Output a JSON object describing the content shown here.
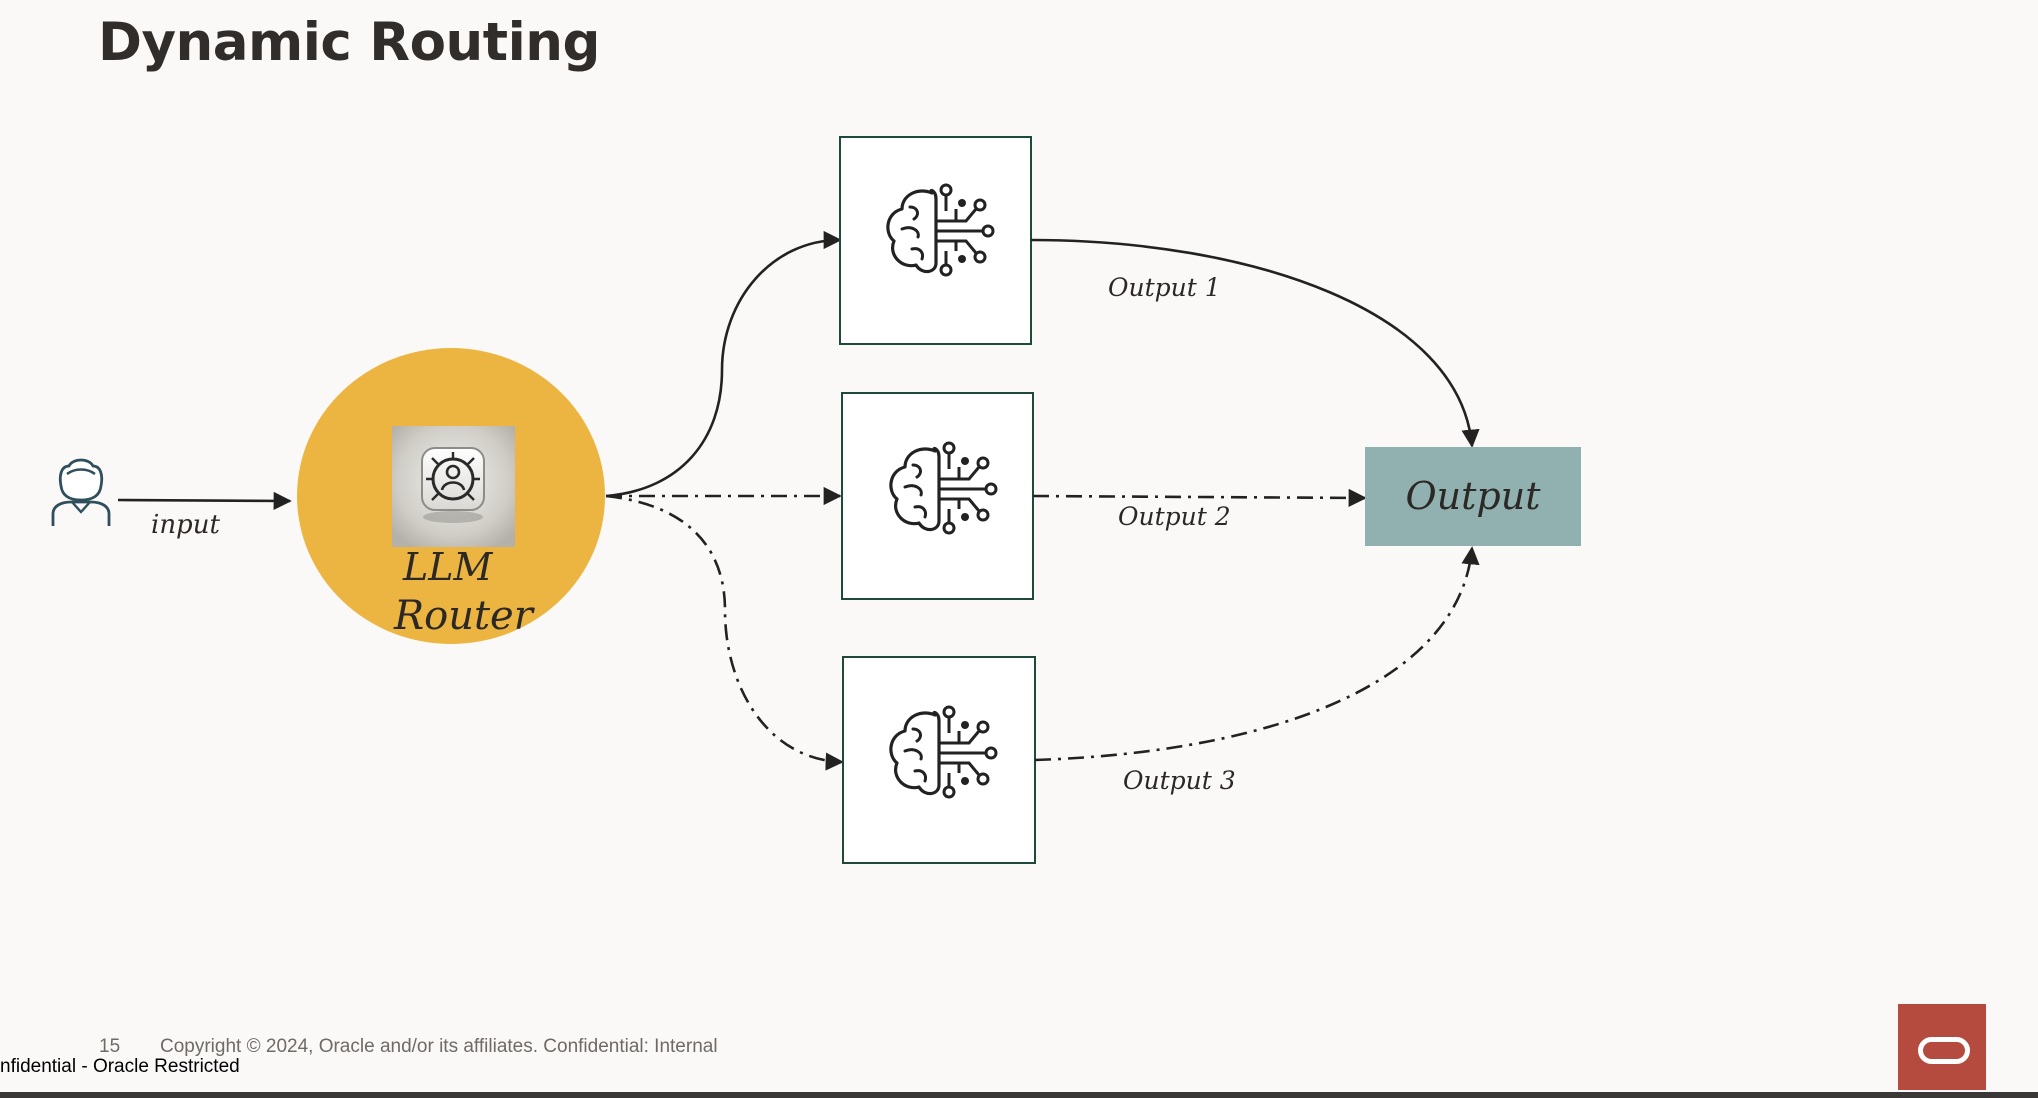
{
  "slide": {
    "title": "Dynamic Routing",
    "page_number": "15",
    "copyright": "Copyright © 2024, Oracle and/or its affiliates.  Confidential: Internal",
    "classification": "nfidential - Oracle Restricted"
  },
  "diagram": {
    "input_label": "input",
    "router_line1": "LLM",
    "router_line2": "Router",
    "output_box_label": "Output",
    "model_outputs": [
      "Output 1",
      "Output 2",
      "Output 3"
    ]
  },
  "colors": {
    "router_fill": "#ecb541",
    "output_fill": "#91b1b0",
    "model_border": "#1f4a3a",
    "logo_red": "#b54a3e"
  },
  "icons": {
    "user": "user-icon",
    "router": "router-chip-icon",
    "model": "brain-circuit-icon",
    "logo": "oracle-logo"
  }
}
